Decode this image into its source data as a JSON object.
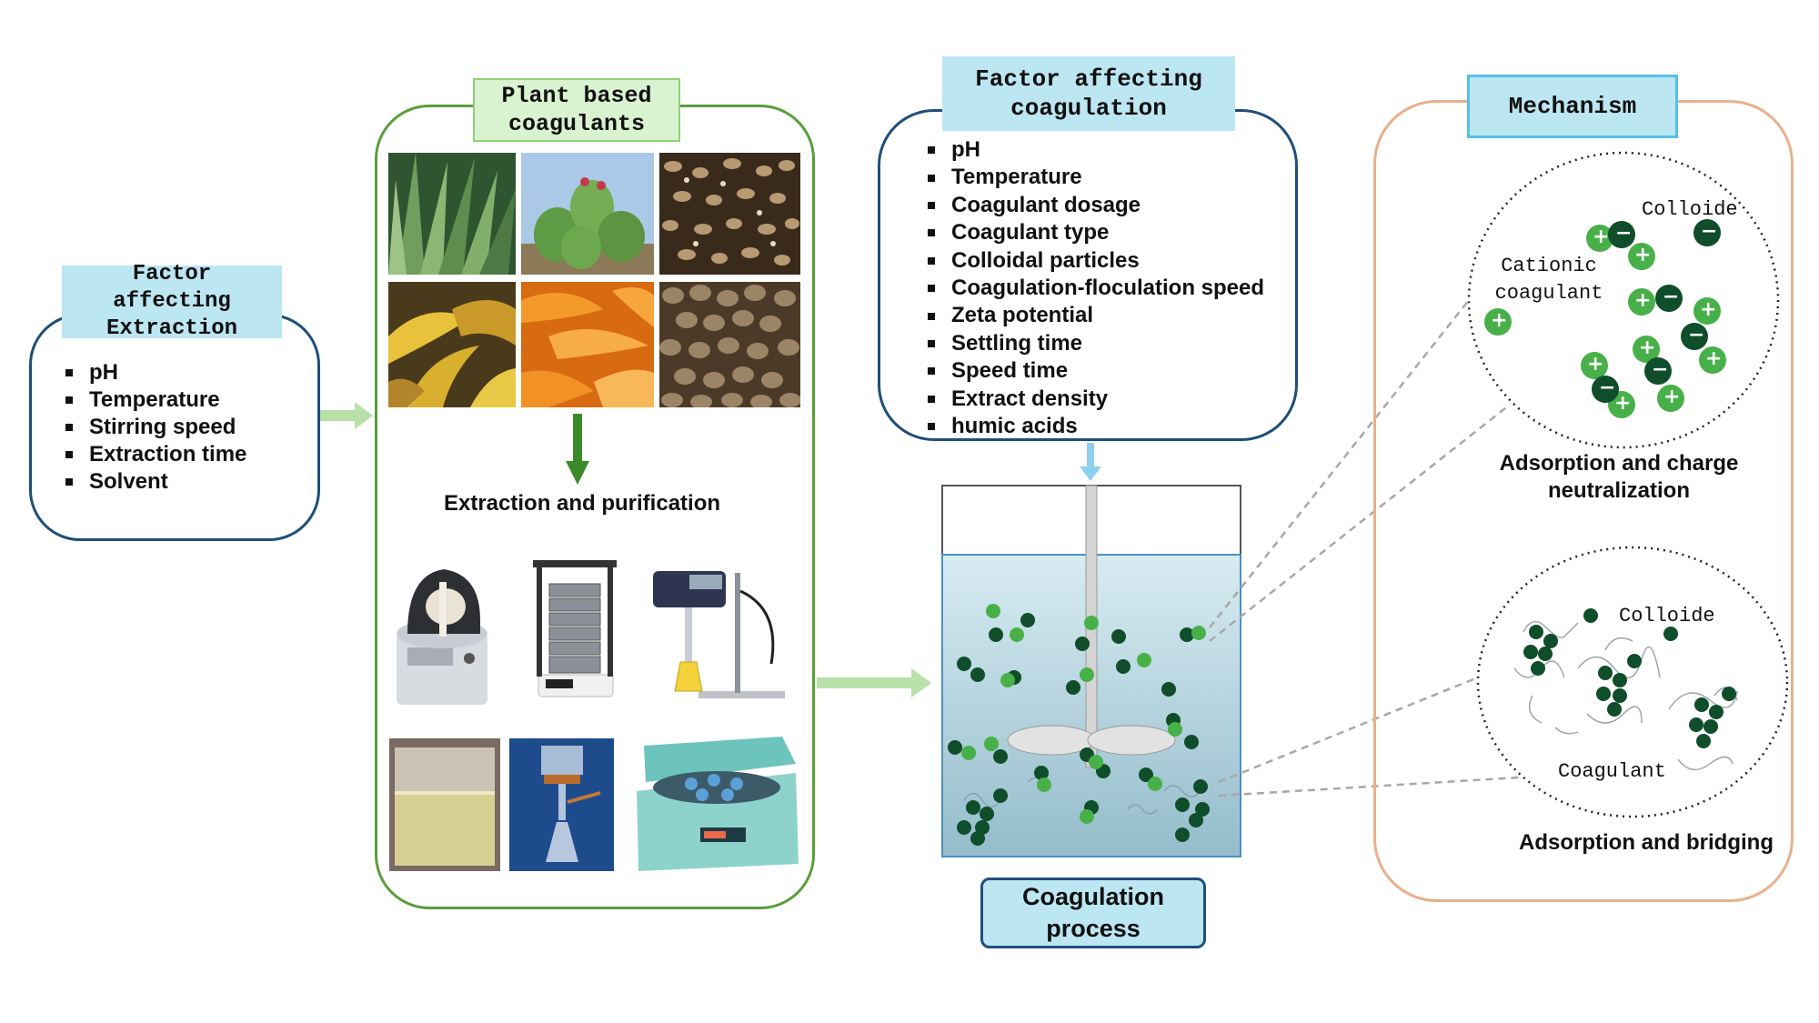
{
  "extraction_factors": {
    "title": "Factor affecting Extraction",
    "items": [
      "pH",
      "Temperature",
      "Stirring speed",
      "Extraction time",
      "Solvent"
    ]
  },
  "plant_coagulants": {
    "title": "Plant based coagulants",
    "step_label": "Extraction and purification"
  },
  "coagulation_factors": {
    "title": "Factor affecting coagulation",
    "items": [
      "pH",
      "Temperature",
      "Coagulant dosage",
      "Coagulant type",
      "Colloidal particles",
      "Coagulation-floculation speed",
      "Zeta potential",
      "Settling time",
      "Speed time",
      "Extract density",
      "humic acids"
    ]
  },
  "process": {
    "label": "Coagulation process"
  },
  "mechanism": {
    "title": "Mechanism",
    "charge": {
      "cationic_label": "Cationic coagulant",
      "colloide_label": "Colloide",
      "caption": "Adsorption and charge neutralization",
      "plus": "+",
      "minus": "−"
    },
    "bridging": {
      "colloide_label": "Colloide",
      "coagulant_label": "Coagulant",
      "caption": "Adsorption and bridging"
    }
  },
  "colors": {
    "extraction_border": "#1f4e79",
    "title_fill": "#bde6f3",
    "plant_border": "#5a9e3c",
    "plant_title_fill": "#d9f2d0",
    "mechanism_border": "#e8b08c",
    "arrow_green": "#b8e0a8",
    "dark_green": "#0f4d2b",
    "light_green": "#48b048",
    "water": "#b7d7e0"
  }
}
